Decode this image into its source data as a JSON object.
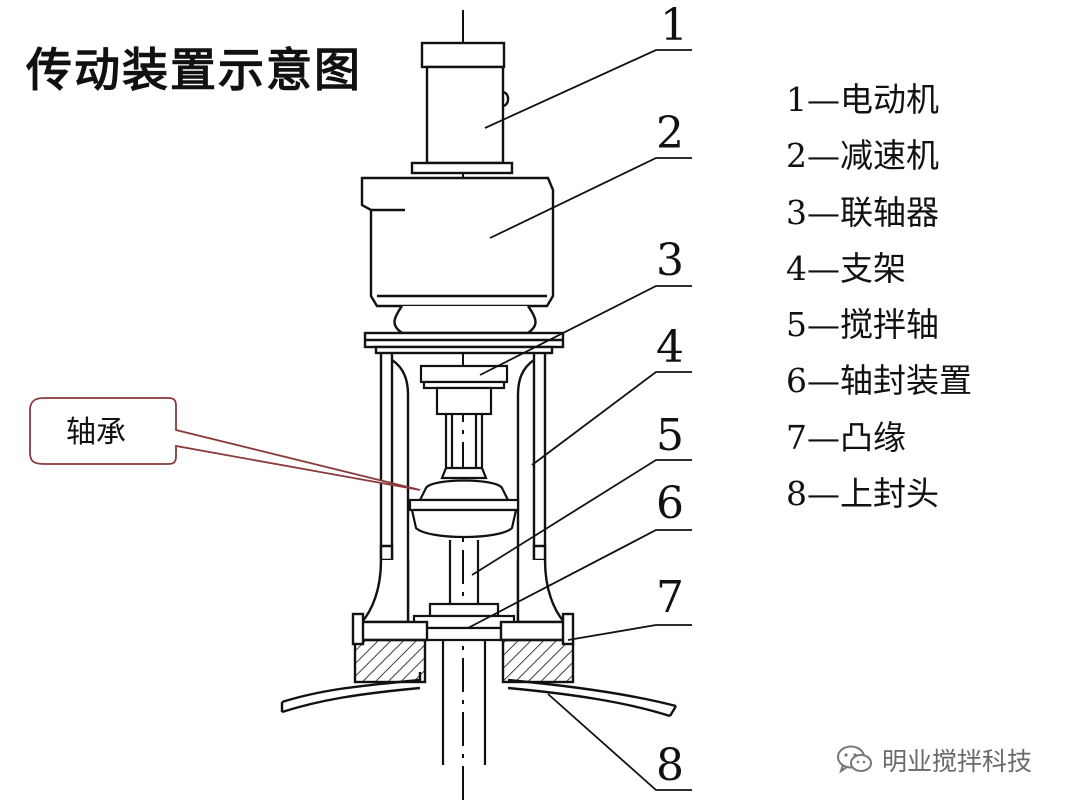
{
  "title": "传动装置示意图",
  "legend": [
    "1—电动机",
    "2—减速机",
    "3—联轴器",
    "4—支架",
    "5—搅拌轴",
    "6—轴封装置",
    "7—凸缘",
    "8—上封头"
  ],
  "part_numbers": [
    "1",
    "2",
    "3",
    "4",
    "5",
    "6",
    "7",
    "8"
  ],
  "callout": "轴承",
  "watermark": "明业搅拌科技",
  "colors": {
    "line": "#111111",
    "callout_border": "#8a3a3a",
    "watermark": "#6a6a6a"
  }
}
